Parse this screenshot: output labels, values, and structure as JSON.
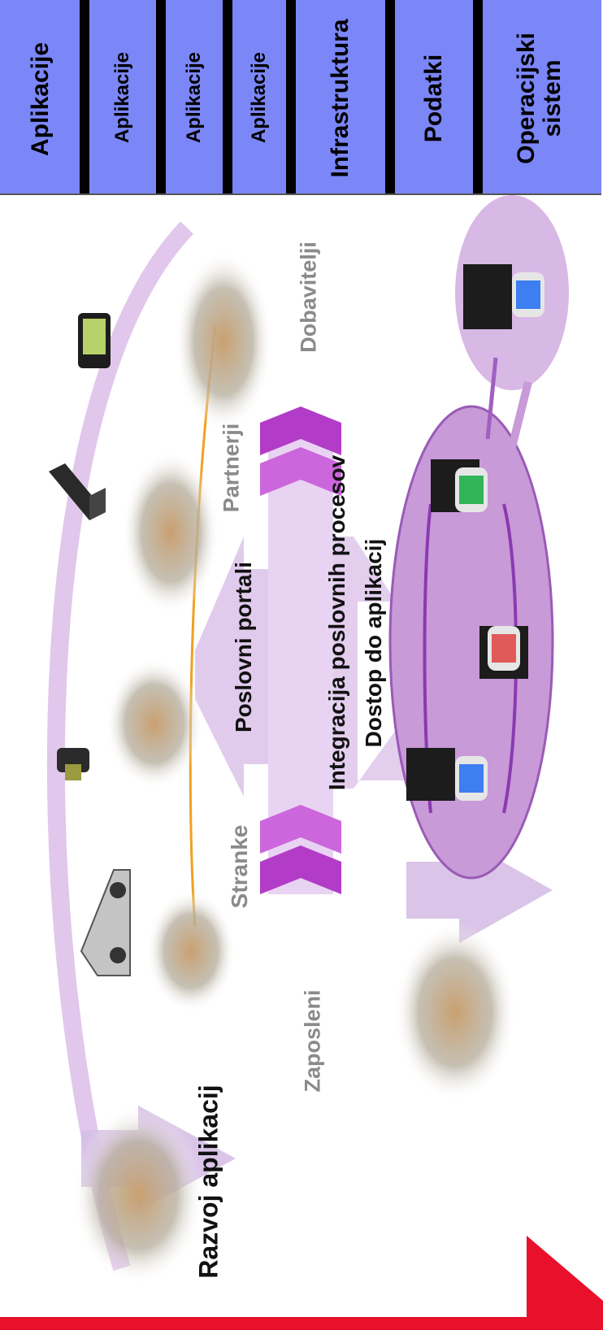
{
  "layer_panel": {
    "accent_color": "#7b86f7",
    "bands": [
      {
        "label": "Aplikacije"
      },
      {
        "label": "Aplikacije"
      },
      {
        "label": "Aplikacije"
      },
      {
        "label": "Aplikacije"
      },
      {
        "label": "Infrastruktura"
      },
      {
        "label": "Podatki"
      },
      {
        "label": "Operacijski sistem"
      }
    ]
  },
  "diagram": {
    "development_label": "Razvoj aplikacij",
    "groups": {
      "employees": "Zaposleni",
      "customers": "Stranke",
      "partners": "Partnerji",
      "suppliers": "Dobavitelji"
    },
    "layers": {
      "portals": "Poslovni portali",
      "integration": "Integracija poslovnih procesov",
      "access": "Dostop do aplikacij"
    },
    "colors": {
      "purple_light": "#d9b8ea",
      "purple_mid": "#c18ad8",
      "purple_dark": "#9b1fb8",
      "orange_line": "#f0a020",
      "red_accent": "#e8102a"
    }
  }
}
